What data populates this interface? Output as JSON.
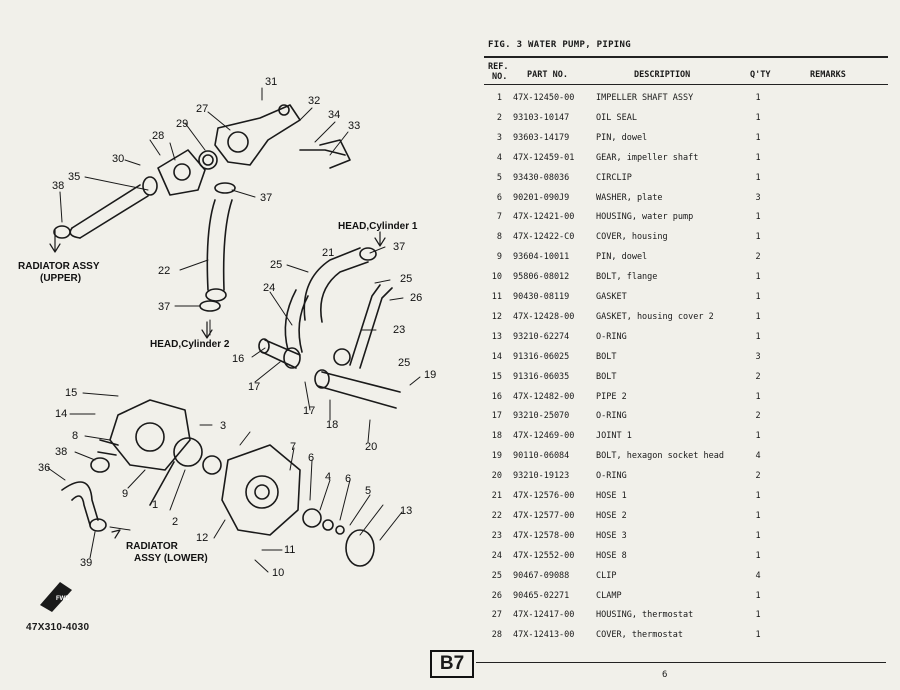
{
  "figure": {
    "title": "FIG.  3  WATER PUMP, PIPING",
    "headers": {
      "ref_line1": "REF.",
      "ref_line2": "NO.",
      "part_no": "PART NO.",
      "description": "DESCRIPTION",
      "qty": "Q'TY",
      "remarks": "REMARKS"
    },
    "parts": [
      {
        "ref": "1",
        "part_no": "47X-12450-00",
        "description": "IMPELLER SHAFT ASSY",
        "qty": "1"
      },
      {
        "ref": "2",
        "part_no": "93103-10147",
        "description": "OIL SEAL",
        "qty": "1"
      },
      {
        "ref": "3",
        "part_no": "93603-14179",
        "description": "PIN, dowel",
        "qty": "1"
      },
      {
        "ref": "4",
        "part_no": "47X-12459-01",
        "description": "GEAR, impeller shaft",
        "qty": "1"
      },
      {
        "ref": "5",
        "part_no": "93430-08036",
        "description": "CIRCLIP",
        "qty": "1"
      },
      {
        "ref": "6",
        "part_no": "90201-090J9",
        "description": "WASHER, plate",
        "qty": "3"
      },
      {
        "ref": "7",
        "part_no": "47X-12421-00",
        "description": "HOUSING, water pump",
        "qty": "1"
      },
      {
        "ref": "8",
        "part_no": "47X-12422-C0",
        "description": "COVER, housing",
        "qty": "1"
      },
      {
        "ref": "9",
        "part_no": "93604-10011",
        "description": "PIN, dowel",
        "qty": "2"
      },
      {
        "ref": "10",
        "part_no": "95806-08012",
        "description": "BOLT, flange",
        "qty": "1"
      },
      {
        "ref": "11",
        "part_no": "90430-08119",
        "description": "GASKET",
        "qty": "1"
      },
      {
        "ref": "12",
        "part_no": "47X-12428-00",
        "description": "GASKET, housing cover 2",
        "qty": "1"
      },
      {
        "ref": "13",
        "part_no": "93210-62274",
        "description": "O-RING",
        "qty": "1"
      },
      {
        "ref": "14",
        "part_no": "91316-06025",
        "description": "BOLT",
        "qty": "3"
      },
      {
        "ref": "15",
        "part_no": "91316-06035",
        "description": "BOLT",
        "qty": "2"
      },
      {
        "ref": "16",
        "part_no": "47X-12482-00",
        "description": "PIPE 2",
        "qty": "1"
      },
      {
        "ref": "17",
        "part_no": "93210-25070",
        "description": "O-RING",
        "qty": "2"
      },
      {
        "ref": "18",
        "part_no": "47X-12469-00",
        "description": "JOINT 1",
        "qty": "1"
      },
      {
        "ref": "19",
        "part_no": "90110-06084",
        "description": "BOLT, hexagon socket head",
        "qty": "4"
      },
      {
        "ref": "20",
        "part_no": "93210-19123",
        "description": "O-RING",
        "qty": "2"
      },
      {
        "ref": "21",
        "part_no": "47X-12576-00",
        "description": "HOSE 1",
        "qty": "1"
      },
      {
        "ref": "22",
        "part_no": "47X-12577-00",
        "description": "HOSE 2",
        "qty": "1"
      },
      {
        "ref": "23",
        "part_no": "47X-12578-00",
        "description": "HOSE 3",
        "qty": "1"
      },
      {
        "ref": "24",
        "part_no": "47X-12552-00",
        "description": "HOSE 8",
        "qty": "1"
      },
      {
        "ref": "25",
        "part_no": "90467-09088",
        "description": "CLIP",
        "qty": "4"
      },
      {
        "ref": "26",
        "part_no": "90465-02271",
        "description": "CLAMP",
        "qty": "1"
      },
      {
        "ref": "27",
        "part_no": "47X-12417-00",
        "description": "HOUSING, thermostat",
        "qty": "1"
      },
      {
        "ref": "28",
        "part_no": "47X-12413-00",
        "description": "COVER, thermostat",
        "qty": "1"
      }
    ]
  },
  "diagram": {
    "labels": {
      "radiator_upper_1": "RADIATOR ASSY",
      "radiator_upper_2": "(UPPER)",
      "head_cyl1": "HEAD,Cylinder 1",
      "head_cyl2": "HEAD,Cylinder 2",
      "radiator_lower_1": "RADIATOR",
      "radiator_lower_2": "ASSY (LOWER)",
      "diagram_code": "47X310-4030",
      "fwd": "FWD"
    },
    "callouts": [
      "31",
      "32",
      "27",
      "34",
      "33",
      "28",
      "29",
      "30",
      "38",
      "35",
      "37",
      "22",
      "21",
      "25",
      "24",
      "26",
      "23",
      "16",
      "17",
      "18",
      "19",
      "20",
      "15",
      "14",
      "3",
      "8",
      "9",
      "38",
      "36",
      "1",
      "2",
      "12",
      "7",
      "6",
      "4",
      "5",
      "11",
      "10",
      "13",
      "39",
      "37",
      "25",
      "25",
      "6",
      "17",
      "37"
    ]
  },
  "footer": {
    "page_badge": "B7",
    "page_number": "6"
  }
}
